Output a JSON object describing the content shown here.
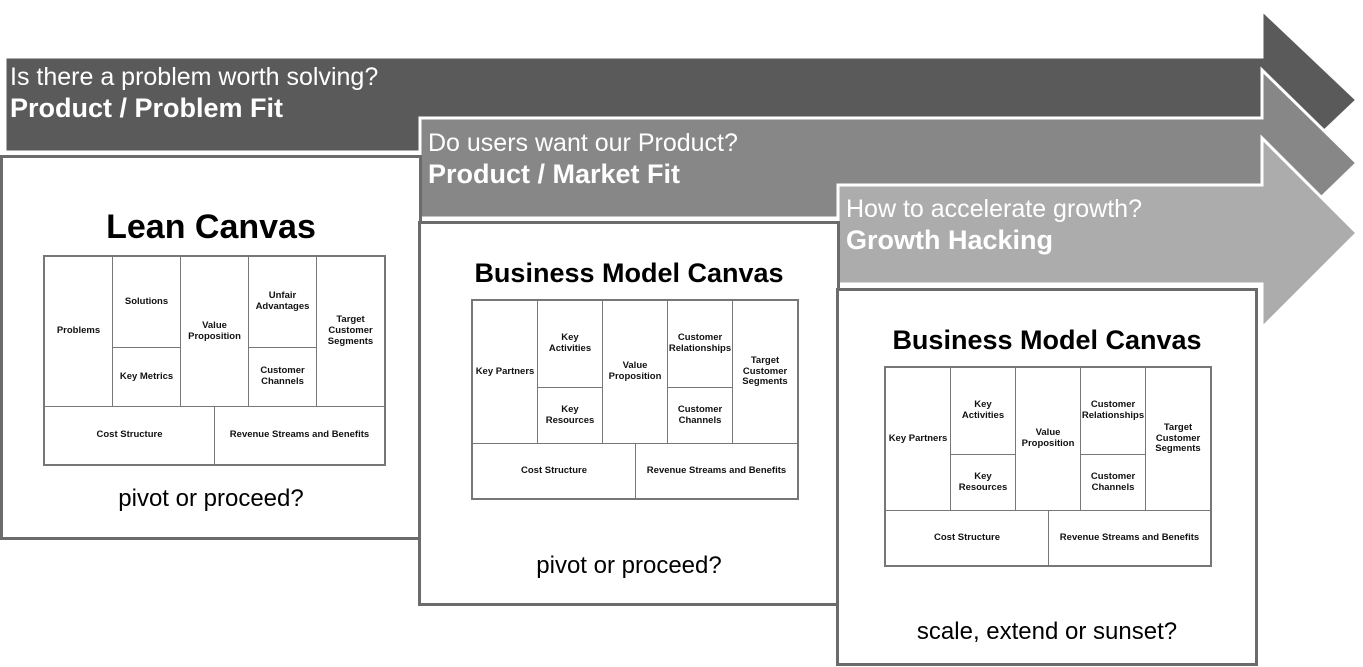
{
  "stages": [
    {
      "question": "Is there a problem worth solving?",
      "fit": "Product / Problem Fit",
      "canvas": {
        "title": "Lean Canvas",
        "cells": {
          "problems": "Problems",
          "solutions": "Solutions",
          "key_metrics": "Key Metrics",
          "value_proposition": "Value Proposition",
          "unfair_advantages": "Unfair Advantages",
          "customer_channels": "Customer Channels",
          "target_customer_segments": "Target Customer Segments",
          "cost_structure": "Cost Structure",
          "revenue_streams": "Revenue Streams and Benefits"
        }
      },
      "caption": "pivot or proceed?"
    },
    {
      "question": "Do users want our Product?",
      "fit": "Product / Market Fit",
      "canvas": {
        "title": "Business Model Canvas",
        "cells": {
          "key_partners": "Key Partners",
          "key_activities": "Key Activities",
          "key_resources": "Key Resources",
          "value_proposition": "Value Proposition",
          "customer_relationships": "Customer Relationships",
          "customer_channels": "Customer Channels",
          "target_customer_segments": "Target Customer Segments",
          "cost_structure": "Cost Structure",
          "revenue_streams": "Revenue Streams and Benefits"
        }
      },
      "caption": "pivot or proceed?"
    },
    {
      "question": "How to accelerate growth?",
      "fit": "Growth Hacking",
      "canvas": {
        "title": "Business Model Canvas",
        "cells": {
          "key_partners": "Key Partners",
          "key_activities": "Key Activities",
          "key_resources": "Key Resources",
          "value_proposition": "Value Proposition",
          "customer_relationships": "Customer Relationships",
          "customer_channels": "Customer Channels",
          "target_customer_segments": "Target Customer Segments",
          "cost_structure": "Cost Structure",
          "revenue_streams": "Revenue Streams and Benefits"
        }
      },
      "caption": "scale, extend or sunset?"
    }
  ],
  "colors": {
    "arrow_1": "#5a5a5a",
    "arrow_2": "#878787",
    "arrow_3": "#acacac",
    "panel_border": "#6b6b6b"
  }
}
